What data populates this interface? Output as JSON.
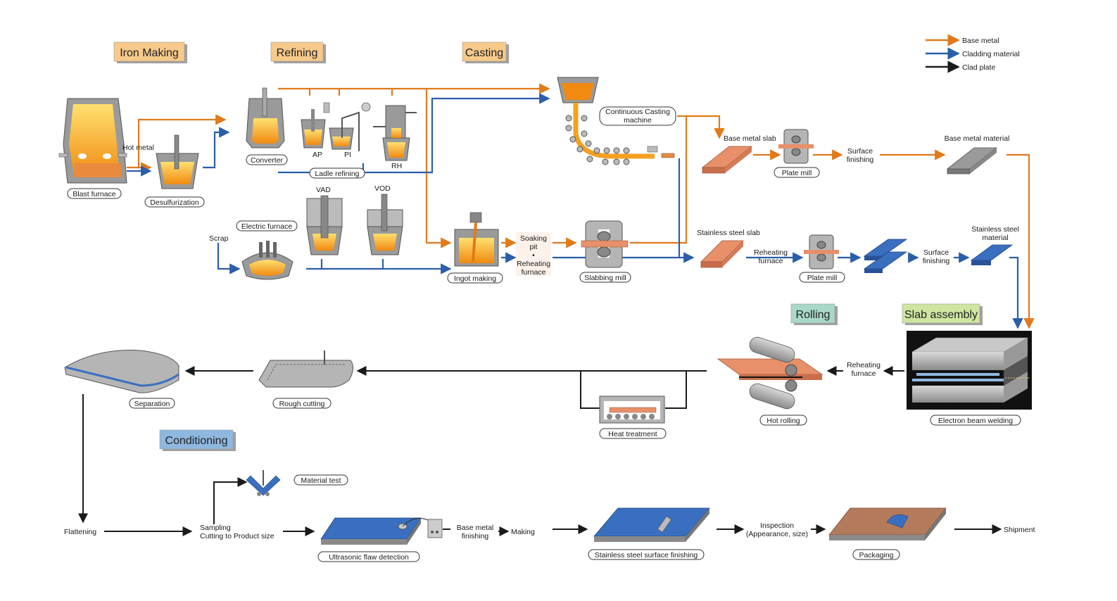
{
  "colors": {
    "base_metal": "#e07a1a",
    "cladding": "#2b5ea8",
    "clad_plate": "#1a1a1a",
    "section_orange": "#f7c98a",
    "section_green": "#a8d8c8",
    "section_lime": "#cfe6a0",
    "section_blue": "#8fb8e0",
    "molten": "#f5a020",
    "slab_salmon": "#e8906a",
    "stainless_blue": "#3a6fc0",
    "equipment_gray": "#8a8a8a"
  },
  "legend": {
    "base_metal": "Base metal",
    "cladding_material": "Cladding material",
    "clad_plate": "Clad plate"
  },
  "sections": {
    "iron_making": "Iron Making",
    "refining": "Refining",
    "casting": "Casting",
    "rolling": "Rolling",
    "slab_assembly": "Slab assembly",
    "conditioning": "Conditioning"
  },
  "labels": {
    "blast_furnace": "Blast furnace",
    "hot_metal": "Hot metal",
    "desulfurization": "Desulfurization",
    "converter": "Converter",
    "ap": "AP",
    "pi": "PI",
    "rh": "RH",
    "ladle_refining": "Ladle refining",
    "vad": "VAD",
    "vod": "VOD",
    "electric_furnace": "Electric furnace",
    "scrap": "Scrap",
    "ingot_making": "Ingot making",
    "soaking_pit_1": "Soaking",
    "soaking_pit_2": "pit",
    "bullet": "•",
    "reheating_furnace_1": "Reheating",
    "reheating_furnace_2": "furnace",
    "continuous_casting_1": "Continuous Casting",
    "continuous_casting_2": "machine",
    "slabbing_mill": "Slabbing mill",
    "base_metal_slab": "Base metal slab",
    "plate_mill_top": "Plate mill",
    "surface_finishing_1": "Surface",
    "surface_finishing_2": "finishing",
    "base_metal_material": "Base metal material",
    "stainless_steel_slab": "Stainless steel slab",
    "reheating_1": "Reheating",
    "reheating_2": "furnace",
    "plate_mill_bottom": "Plate mill",
    "surface_finishing_b1": "Surface",
    "surface_finishing_b2": "finishing",
    "stainless_material_1": "Stainless steel",
    "stainless_material_2": "material",
    "electron_beam_welding": "Electron beam welding",
    "reheating_furnace_row2_1": "Reheating",
    "reheating_furnace_row2_2": "furnace",
    "hot_rolling": "Hot rolling",
    "heat_treatment": "Heat treatment",
    "rough_cutting": "Rough cutting",
    "separation": "Separation",
    "flattening": "Flattening",
    "sampling": "Sampling",
    "cutting_to_size": "Cutting to Product size",
    "material_test": "Material test",
    "ultrasonic": "Ultrasonic flaw detection",
    "base_metal_finishing_1": "Base metal",
    "base_metal_finishing_2": "finishing",
    "making": "Making",
    "stainless_surface_finishing": "Stainless steel surface finishing",
    "inspection_1": "Inspection",
    "inspection_2": "(Appearance, size)",
    "packaging": "Packaging",
    "shipment": "Shipment"
  }
}
